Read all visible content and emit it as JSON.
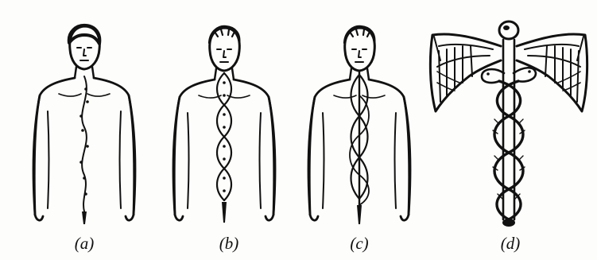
{
  "figure": {
    "panels": [
      {
        "id": "a",
        "label": "(a)",
        "subject": "human-torso"
      },
      {
        "id": "b",
        "label": "(b)",
        "subject": "human-torso"
      },
      {
        "id": "c",
        "label": "(c)",
        "subject": "human-torso"
      },
      {
        "id": "d",
        "label": "(d)",
        "subject": "caduceus"
      }
    ],
    "ink_color": "#111111",
    "paper_color": "#fdfdfb"
  }
}
